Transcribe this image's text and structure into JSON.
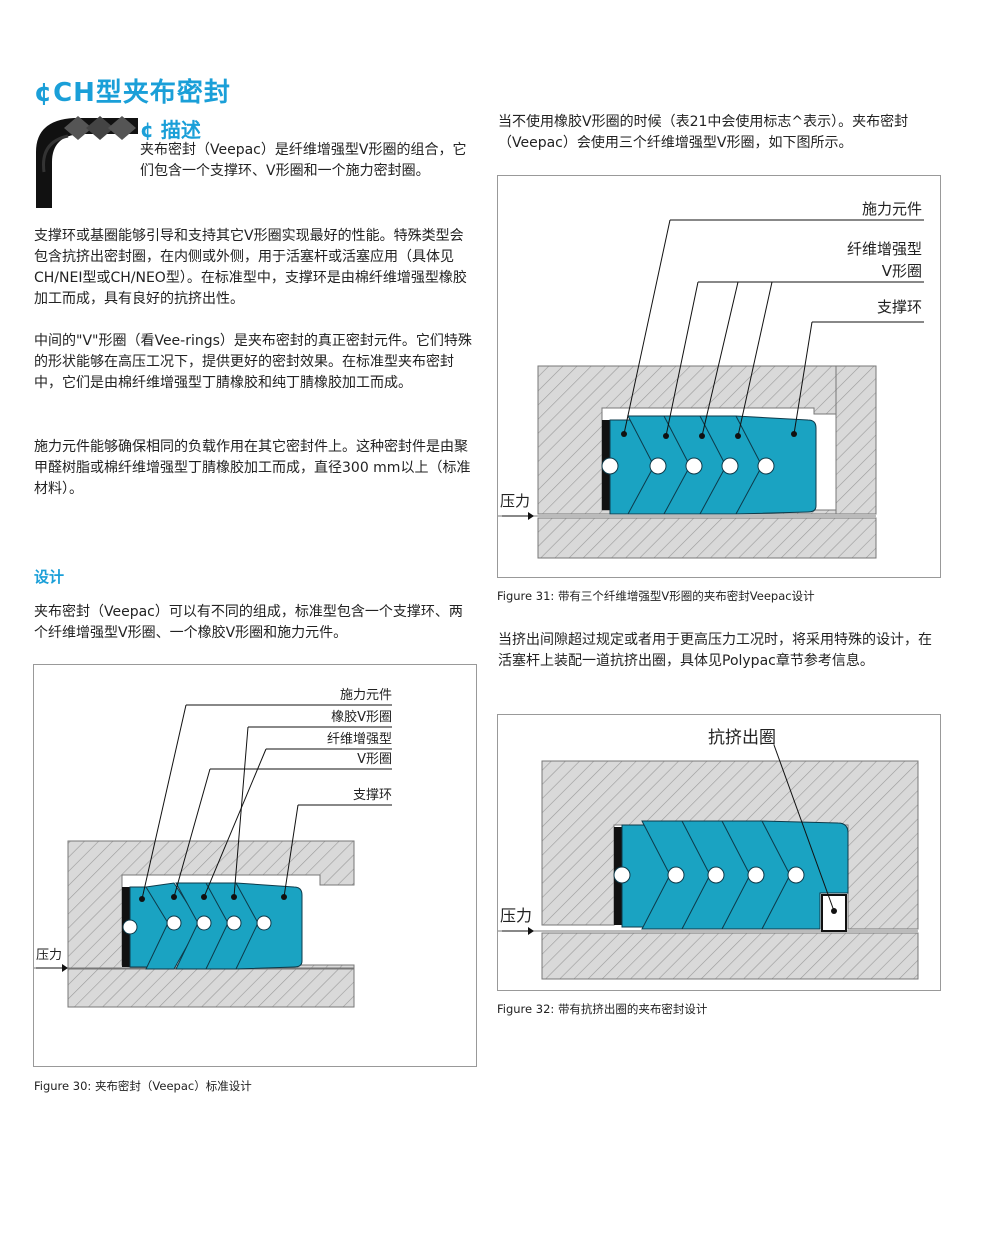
{
  "header": {
    "title_mark": "¢",
    "title": "CH型夹布密封",
    "sub_mark": "¢",
    "subtitle": "描述"
  },
  "left": {
    "intro": "夹布密封（Veepac）是纤维增强型V形圈的组合，它们包含一个支撑环、V形圈和一个施力密封圈。",
    "p1": "支撑环或基圈能够引导和支持其它V形圈实现最好的性能。特殊类型会包含抗挤出密封圈，在内侧或外侧，用于活塞杆或活塞应用（具体见CH/NEI型或CH/NEO型）。在标准型中，支撑环是由棉纤维增强型橡胶加工而成，具有良好的抗挤出性。",
    "p2": "中间的\"V\"形圈（看Vee-rings）是夹布密封的真正密封元件。它们特殊的形状能够在高压工况下，提供更好的密封效果。在标准型夹布密封中，它们是由棉纤维增强型丁腈橡胶和纯丁腈橡胶加工而成。",
    "p3": "施力元件能够确保相同的负载作用在其它密封件上。这种密封件是由聚甲醛树脂或棉纤维增强型丁腈橡胶加工而成，直径300 mm以上（标准材料）。",
    "design_heading": "设计",
    "design_text": "夹布密封（Veepac）可以有不同的组成，标准型包含一个支撑环、两个纤维增强型V形圈、一个橡胶V形圈和施力元件。"
  },
  "fig30": {
    "labels": [
      "施力元件",
      "橡胶V形圈",
      "纤维增强型",
      "V形圈",
      "支撑环"
    ],
    "pressure": "压力",
    "caption_num": "Figure 30:",
    "caption_text": "夹布密封（Veepac）标准设计"
  },
  "right": {
    "p1": "当不使用橡胶V形圈的时候（表21中会使用标志^表示）。夹布密封（Veepac）会使用三个纤维增强型V形圈，如下图所示。",
    "p2": "当挤出间隙超过规定或者用于更高压力工况时，将采用特殊的设计，在活塞杆上装配一道抗挤出圈，具体见Polypac章节参考信息。"
  },
  "fig31": {
    "labels": [
      "施力元件",
      "纤维增强型",
      "V形圈",
      "支撑环"
    ],
    "pressure": "压力",
    "caption_num": "Figure 31:",
    "caption_text": "带有三个纤维增强型V形圈的夹布密封Veepac设计"
  },
  "fig32": {
    "label": "抗挤出圈",
    "pressure": "压力",
    "caption_num": "Figure 32:",
    "caption_text": "带有抗挤出圈的夹布密封设计"
  },
  "colors": {
    "accent": "#1a9fd8",
    "seal": "#1aa3c2",
    "hatch_bg": "#d8d8d8"
  }
}
